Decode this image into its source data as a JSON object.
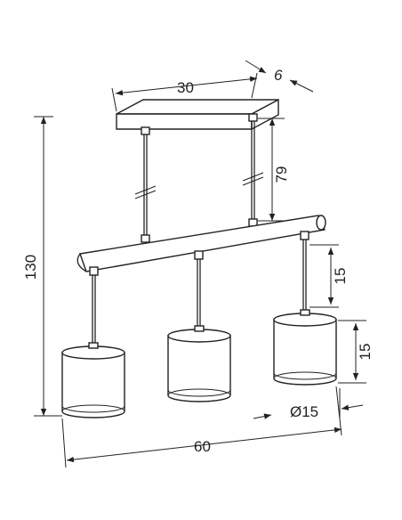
{
  "dimensions": {
    "width_top": "30",
    "depth_top": "6",
    "suspension_length": "79",
    "total_height": "130",
    "lamp_drop": "15",
    "shade_height": "15",
    "shade_diameter": "Ø15",
    "total_width": "60"
  },
  "colors": {
    "line": "#222222",
    "background": "#ffffff"
  }
}
